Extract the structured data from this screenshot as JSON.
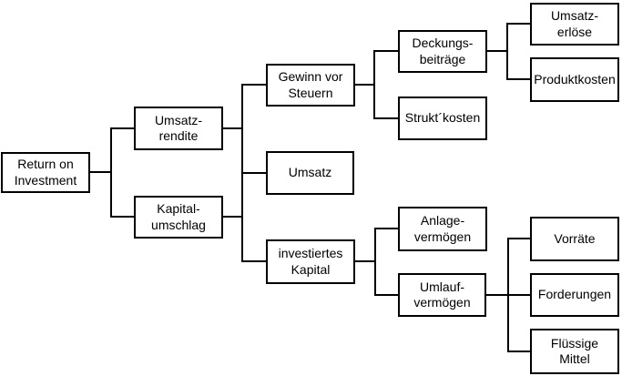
{
  "diagram": {
    "type": "tree",
    "orientation": "left-to-right",
    "colors": {
      "background": "#ffffff",
      "box_fill": "#ffffff",
      "box_border": "#000000",
      "line": "#000000",
      "text": "#000000"
    },
    "nodes": {
      "roi": {
        "label": "Return on\nInvestment"
      },
      "umsatzrendite": {
        "label": "Umsatz-\nrendite"
      },
      "kapitalumschlag": {
        "label": "Kapital-\numschlag"
      },
      "gewinn": {
        "label": "Gewinn vor\nSteuern"
      },
      "umsatz": {
        "label": "Umsatz"
      },
      "investiertes": {
        "label": "investiertes\nKapital"
      },
      "deckung": {
        "label": "Deckungs-\nbeiträge"
      },
      "strukt": {
        "label": "Strukt´kosten"
      },
      "erloese": {
        "label": "Umsatz-\nerlöse"
      },
      "produktkosten": {
        "label": "Produktkosten"
      },
      "anlage": {
        "label": "Anlage-\nvermögen"
      },
      "umlauf": {
        "label": "Umlauf-\nvermögen"
      },
      "vorraete": {
        "label": "Vorräte"
      },
      "forderungen": {
        "label": "Forderungen"
      },
      "fluessig": {
        "label": "Flüssige\nMittel"
      }
    },
    "edges": [
      {
        "from": "roi",
        "to": "umsatzrendite"
      },
      {
        "from": "roi",
        "to": "kapitalumschlag"
      },
      {
        "from": "umsatzrendite",
        "to": "gewinn"
      },
      {
        "from": "umsatzrendite",
        "to": "umsatz"
      },
      {
        "from": "kapitalumschlag",
        "to": "umsatz"
      },
      {
        "from": "kapitalumschlag",
        "to": "investiertes"
      },
      {
        "from": "gewinn",
        "to": "deckung"
      },
      {
        "from": "gewinn",
        "to": "strukt"
      },
      {
        "from": "deckung",
        "to": "erloese"
      },
      {
        "from": "deckung",
        "to": "produktkosten"
      },
      {
        "from": "investiertes",
        "to": "anlage"
      },
      {
        "from": "investiertes",
        "to": "umlauf"
      },
      {
        "from": "umlauf",
        "to": "vorraete"
      },
      {
        "from": "umlauf",
        "to": "forderungen"
      },
      {
        "from": "umlauf",
        "to": "fluessig"
      }
    ]
  }
}
